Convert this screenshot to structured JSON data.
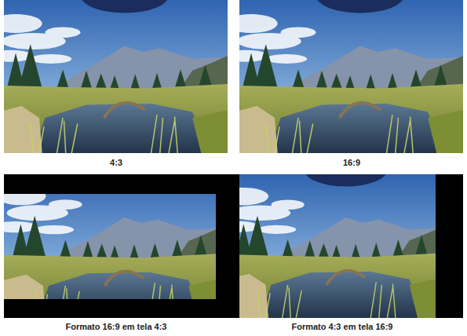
{
  "diagram": {
    "labels": [
      "4:3",
      "16:9",
      "Formato 16:9 em tela 4:3",
      "Formato 4:3 em tela 16:9"
    ]
  }
}
